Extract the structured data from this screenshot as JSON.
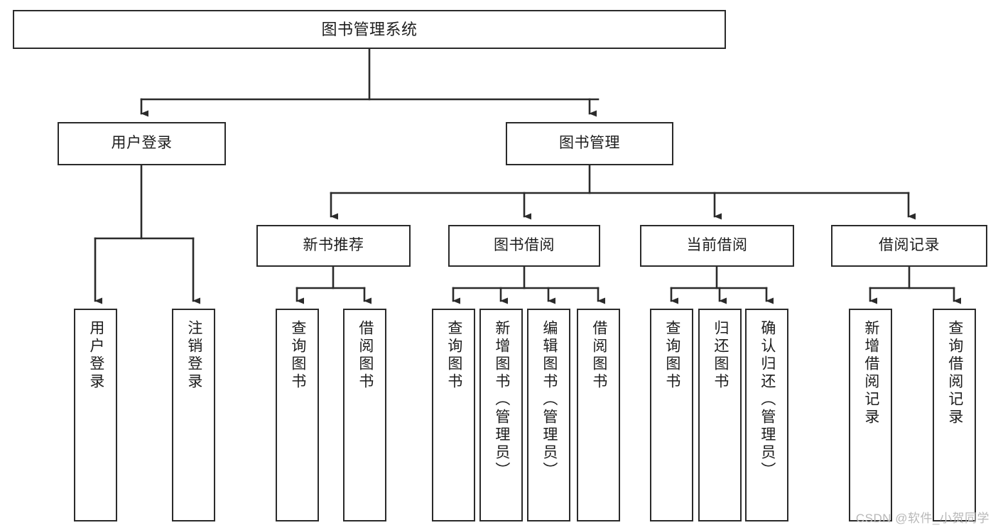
{
  "diagram": {
    "title_node": {
      "id": "root",
      "label": "图书管理系统"
    },
    "level2": [
      {
        "id": "user-login",
        "label": "用户登录"
      },
      {
        "id": "book-manage",
        "label": "图书管理"
      }
    ],
    "level3": [
      {
        "id": "new-book-recommend",
        "label": "新书推荐"
      },
      {
        "id": "book-borrow",
        "label": "图书借阅"
      },
      {
        "id": "current-borrow",
        "label": "当前借阅"
      },
      {
        "id": "borrow-record",
        "label": "借阅记录"
      }
    ],
    "leaves": [
      {
        "id": "leaf-user-login",
        "label": "用户登录"
      },
      {
        "id": "leaf-user-logout",
        "label": "注销登录"
      },
      {
        "id": "leaf-query-book-1",
        "label": "查询图书"
      },
      {
        "id": "leaf-borrow-book-1",
        "label": "借阅图书"
      },
      {
        "id": "leaf-query-book-2",
        "label": "查询图书"
      },
      {
        "id": "leaf-add-book",
        "label": "新增图书（管理员）"
      },
      {
        "id": "leaf-edit-book",
        "label": "编辑图书（管理员）"
      },
      {
        "id": "leaf-borrow-book-2",
        "label": "借阅图书"
      },
      {
        "id": "leaf-query-book-3",
        "label": "查询图书"
      },
      {
        "id": "leaf-return-book",
        "label": "归还图书"
      },
      {
        "id": "leaf-confirm-return",
        "label": "确认归还（管理员）"
      },
      {
        "id": "leaf-add-record",
        "label": "新增借阅记录"
      },
      {
        "id": "leaf-query-record",
        "label": "查询借阅记录"
      }
    ]
  },
  "watermark": {
    "text": "CSDN @软件_小贺同学"
  },
  "colors": {
    "stroke": "#2b2b2b",
    "box_fill": "#ffffff",
    "text": "#1d1d1d",
    "watermark": "#b8b8b8",
    "background": "#ffffff"
  }
}
